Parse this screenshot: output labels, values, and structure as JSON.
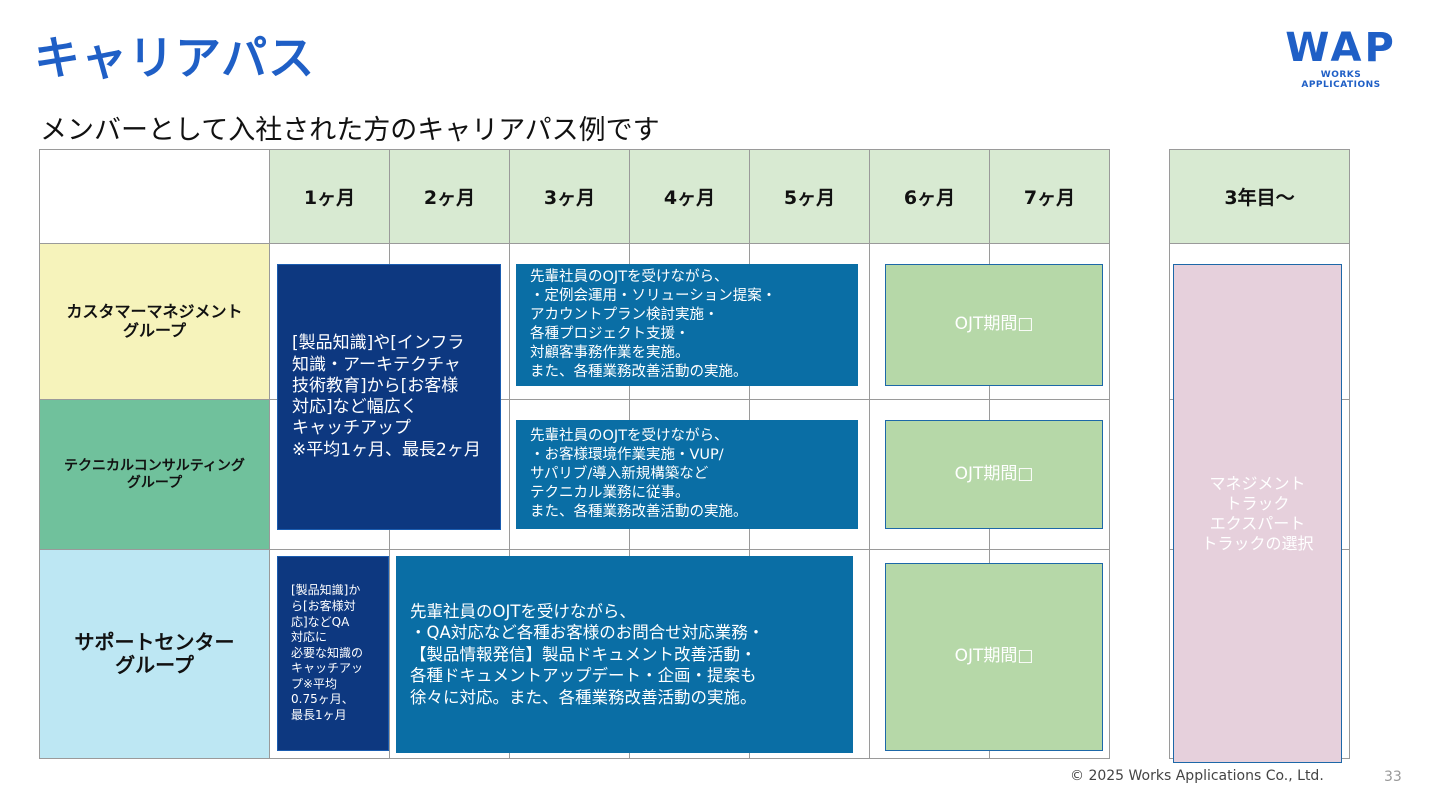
{
  "header": {
    "title": "キャリアパス",
    "subtitle": "メンバーとして入社された方のキャリアパス例です",
    "logo_mark": "WAP",
    "logo_text": "WORKS APPLICATIONS"
  },
  "table": {
    "months": [
      "1ヶ月",
      "2ヶ月",
      "3ヶ月",
      "4ヶ月",
      "5ヶ月",
      "6ヶ月",
      "7ヶ月"
    ],
    "year3": "3年目〜",
    "groups": [
      {
        "label": "カスタマーマネジメント\nグループ",
        "color": "#f6f3bb"
      },
      {
        "label": "テクニカルコンサルティング\nグループ",
        "color": "#70c19c"
      },
      {
        "label": "サポートセンター\nグループ",
        "color": "#bde7f3"
      }
    ]
  },
  "boxes": {
    "catchup_main": "[製品知識]や[インフラ\n知識・アーキテクチャ\n技術教育]から[お客様\n対応]など幅広く\nキャッチアップ\n※平均1ヶ月、最長2ヶ月",
    "catchup_support": "[製品知識]か\nら[お客様対\n応]などQA\n対応に\n必要な知識の\nキャッチアッ\nプ※平均\n0.75ヶ月、\n最長1ヶ月",
    "ojt_customer": "先輩社員のOJTを受けながら、\n・定例会運用・ソリューション提案・\nアカウントプラン検討実施・\n各種プロジェクト支援・\n対顧客事務作業を実施。\nまた、各種業務改善活動の実施。",
    "ojt_technical": "先輩社員のOJTを受けながら、\n・お客様環境作業実施・VUP/\nサパリブ/導入新規構築など\nテクニカル業務に従事。\nまた、各種業務改善活動の実施。",
    "ojt_support": "先輩社員のOJTを受けながら、\n・QA対応など各種お客様のお問合せ対応業務・\n【製品情報発信】製品ドキュメント改善活動・\n 各種ドキュメントアップデート・企画・提案も\n徐々に対応。また、各種業務改善活動の実施。",
    "ojt_period_label": "OJT期間□",
    "track_selection": "マネジメント\nトラック\nエクスパート\nトラックの選択"
  },
  "footer": {
    "copyright": "© 2025 Works Applications Co., Ltd.",
    "page_number": "33"
  }
}
